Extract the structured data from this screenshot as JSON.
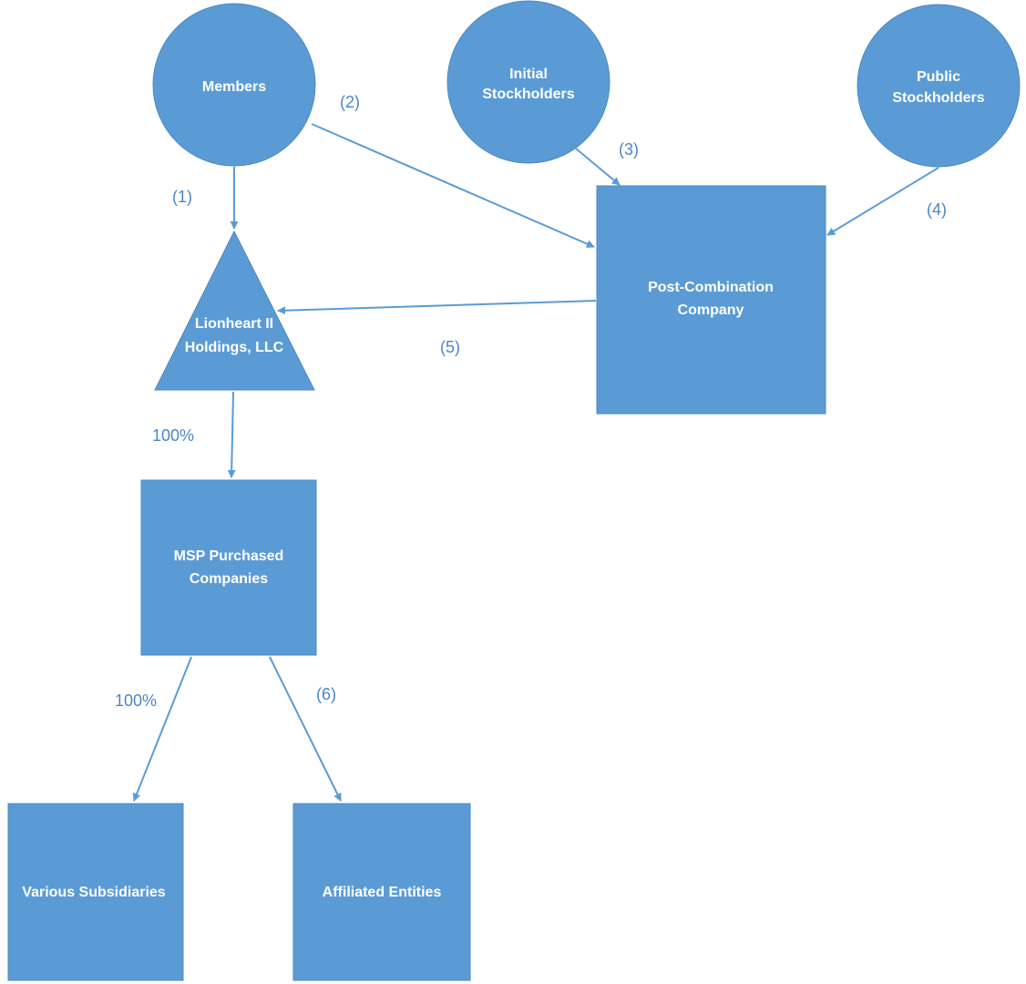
{
  "colors": {
    "shape_fill": "#5b9bd5",
    "shape_stroke": "#4a89c4",
    "arrow": "#5b9bd5",
    "label": "#4a86c8",
    "background": "#ffffff"
  },
  "nodes": {
    "members": {
      "line1": "Members",
      "line2": ""
    },
    "initial_stockholders": {
      "line1": "Initial",
      "line2": "Stockholders"
    },
    "public_stockholders": {
      "line1": "Public",
      "line2": "Stockholders"
    },
    "post_combination": {
      "line1": "Post-Combination",
      "line2": "Company"
    },
    "lionheart": {
      "line1": "Lionheart II",
      "line2": "Holdings, LLC"
    },
    "msp": {
      "line1": "MSP Purchased",
      "line2": "Companies"
    },
    "various_subsidiaries": {
      "line1": "Various Subsidiaries",
      "line2": ""
    },
    "affiliated_entities": {
      "line1": "Affiliated Entities",
      "line2": ""
    }
  },
  "edge_labels": {
    "e1": "(1)",
    "e2": "(2)",
    "e3": "(3)",
    "e4": "(4)",
    "e5": "(5)",
    "e6": "(6)",
    "lionheart_to_msp": "100%",
    "msp_to_subsidiaries": "100%"
  }
}
